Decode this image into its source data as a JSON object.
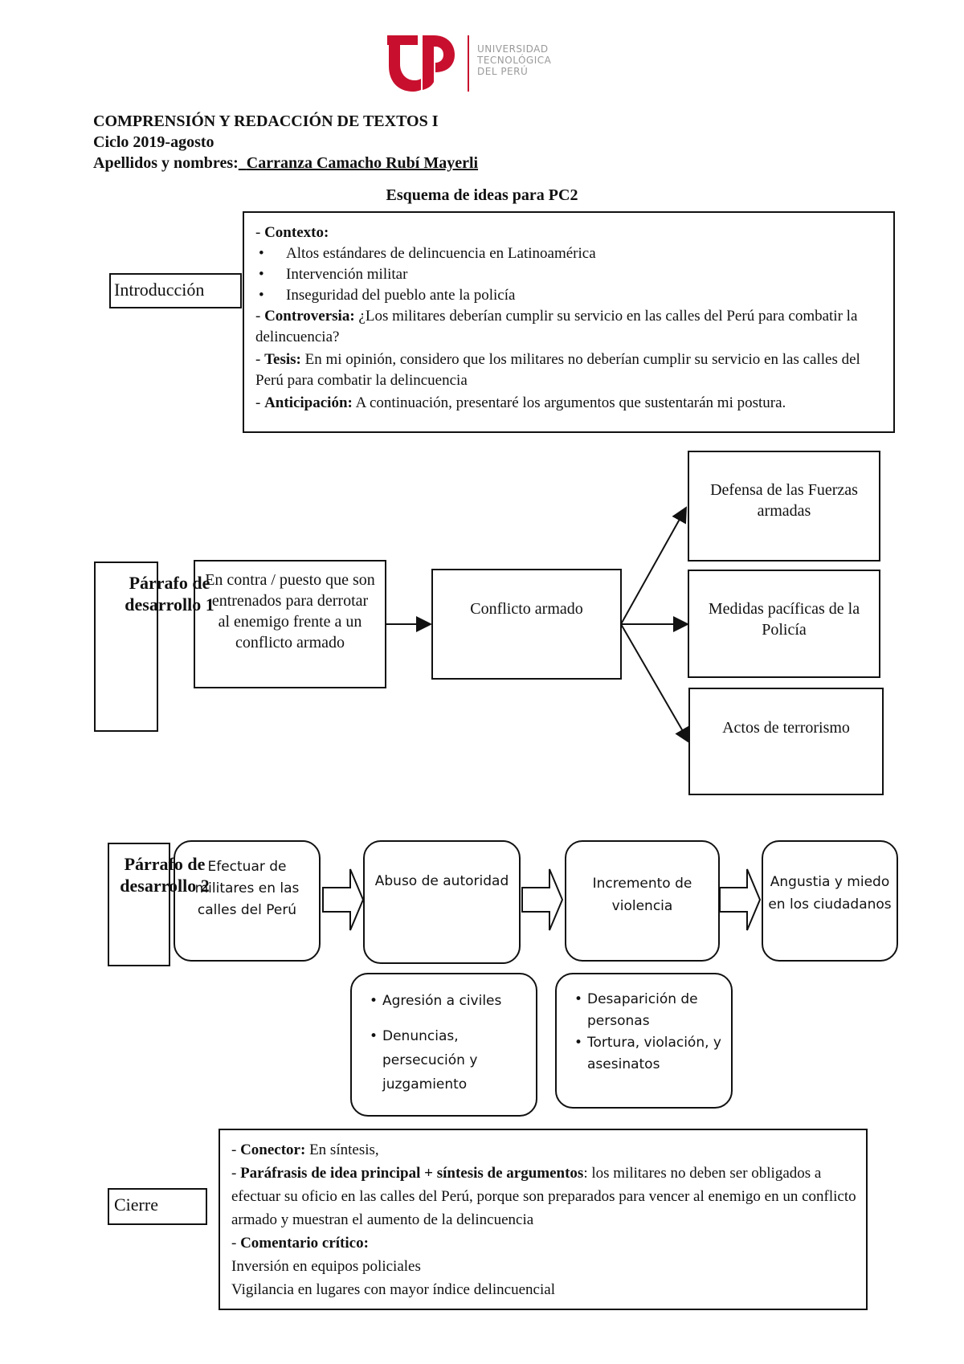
{
  "logo": {
    "mark": "UTP",
    "line1": "UNIVERSIDAD",
    "line2": "TECNOLÓGICA",
    "line3": "DEL PERÚ",
    "brand_color": "#c8102e"
  },
  "header": {
    "course": "COMPRENSIÓN Y REDACCIÓN DE TEXTOS I",
    "cycle": "Ciclo 2019-agosto",
    "name_label": "Apellidos y nombres:",
    "name_value": "Carranza Camacho Rubí Mayerli",
    "title": "Esquema de ideas para PC2"
  },
  "intro": {
    "label": "Introducción",
    "contexto_label": "Contexto:",
    "contexto_items": [
      "Altos estándares de delincuencia en Latinoamérica",
      "Intervención militar",
      "Inseguridad del pueblo ante la policía"
    ],
    "controversia_label": "Controversia:",
    "controversia_text": "¿Los militares deberían cumplir su servicio en las calles del Perú para combatir la delincuencia?",
    "tesis_label": "Tesis:",
    "tesis_text": "En mi opinión, considero que los militares no deberían cumplir su servicio en las calles del Perú para combatir la delincuencia",
    "anticipacion_label": "Anticipación:",
    "anticipacion_text": "A continuación, presentaré los argumentos que sustentarán mi postura."
  },
  "p1": {
    "label": "Párrafo de desarrollo 1",
    "source": "En contra / puesto que son entrenados para derrotar al enemigo frente a un conflicto armado",
    "middle": "Conflicto armado",
    "out1": "Defensa de las Fuerzas armadas",
    "out2": "Medidas pacíficas de la Policía",
    "out3": "Actos de terrorismo"
  },
  "p2": {
    "label": "Párrafo de desarrollo 2",
    "s1": "Efectuar de militares en las calles del Perú",
    "s2": "Abuso de autoridad",
    "s3": "Incremento de violencia",
    "s4": "Angustia y miedo en los ciudadanos",
    "sub1": [
      "Agresión a civiles",
      "Denuncias, persecución y juzgamiento"
    ],
    "sub2": [
      "Desaparición de personas",
      "Tortura, violación, y asesinatos"
    ]
  },
  "closing": {
    "label": "Cierre",
    "conector_label": "Conector:",
    "conector_text": "En síntesis,",
    "parafrasis_label": "Paráfrasis de idea principal + síntesis de argumentos",
    "parafrasis_text": ": los militares no deben ser obligados a efectuar su oficio en las calles del Perú, porque son preparados para vencer al enemigo en un conflicto armado y muestran el aumento de la delincuencia",
    "comentario_label": "Comentario crítico:",
    "comentario_lines": [
      "Inversión en equipos policiales",
      "Vigilancia en lugares con mayor índice delincuencial"
    ]
  }
}
